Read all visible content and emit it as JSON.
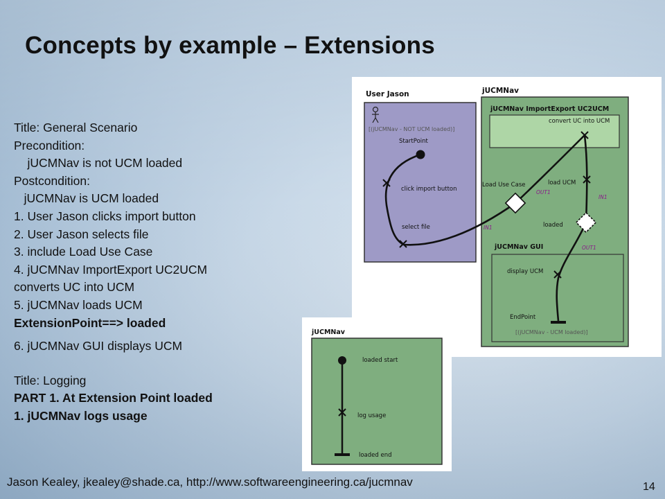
{
  "slide": {
    "title": "Concepts by example – Extensions",
    "page_number": "14",
    "footer": "Jason Kealey, jkealey@shade.ca, http://www.softwareengineering.ca/jucmnav"
  },
  "text_lines": [
    {
      "text": "Title: General Scenario",
      "bold": false
    },
    {
      "text": "Precondition:",
      "bold": false
    },
    {
      "text": "    jUCMNav is not UCM loaded",
      "bold": false
    },
    {
      "text": "Postcondition:",
      "bold": false
    },
    {
      "text": "   jUCMNav is UCM loaded",
      "bold": false
    },
    {
      "text": "1. User Jason clicks import button",
      "bold": false
    },
    {
      "text": "2. User Jason selects file",
      "bold": false
    },
    {
      "text": "3. include Load Use Case",
      "bold": false
    },
    {
      "text": "4. jUCMNav ImportExport UC2UCM",
      "bold": false
    },
    {
      "text": "converts UC into UCM",
      "bold": false
    },
    {
      "text": "5. jUCMNav loads UCM",
      "bold": false
    },
    {
      "text": "ExtensionPoint==> loaded",
      "bold": true
    },
    {
      "text": "6. jUCMNav GUI displays UCM",
      "bold": false
    },
    {
      "text": "Title: Logging",
      "bold": false
    },
    {
      "text": "PART 1. At Extension Point loaded",
      "bold": true
    },
    {
      "text": "1. jUCMNav logs usage",
      "bold": true
    }
  ],
  "diagram_main": {
    "user_label": "User Jason",
    "system_label": "jUCMNav",
    "precondition": "[(jUCMNav - NOT UCM loaded)]",
    "start": "StartPoint",
    "click": "click import button",
    "select": "select file",
    "load_use_case": "Load Use Case",
    "load_ucm": "load UCM",
    "loaded": "loaded",
    "out1": "OUT1",
    "in1": "IN1",
    "in1b": "IN1",
    "out1b": "OUT1",
    "importexport_label": "jUCMNav ImportExport UC2UCM",
    "convert": "convert UC into UCM",
    "gui_label": "jUCMNav GUI",
    "display": "display UCM",
    "end": "EndPoint",
    "postcondition": "[(jUCMNav - UCM loaded)]"
  },
  "diagram_logging": {
    "label": "jUCMNav",
    "start": "loaded start",
    "log": "log usage",
    "end": "loaded end"
  },
  "colors": {
    "user_fill": "#9e9ac6",
    "component_green": "#7fae7f",
    "light_green": "#aed6a6"
  }
}
